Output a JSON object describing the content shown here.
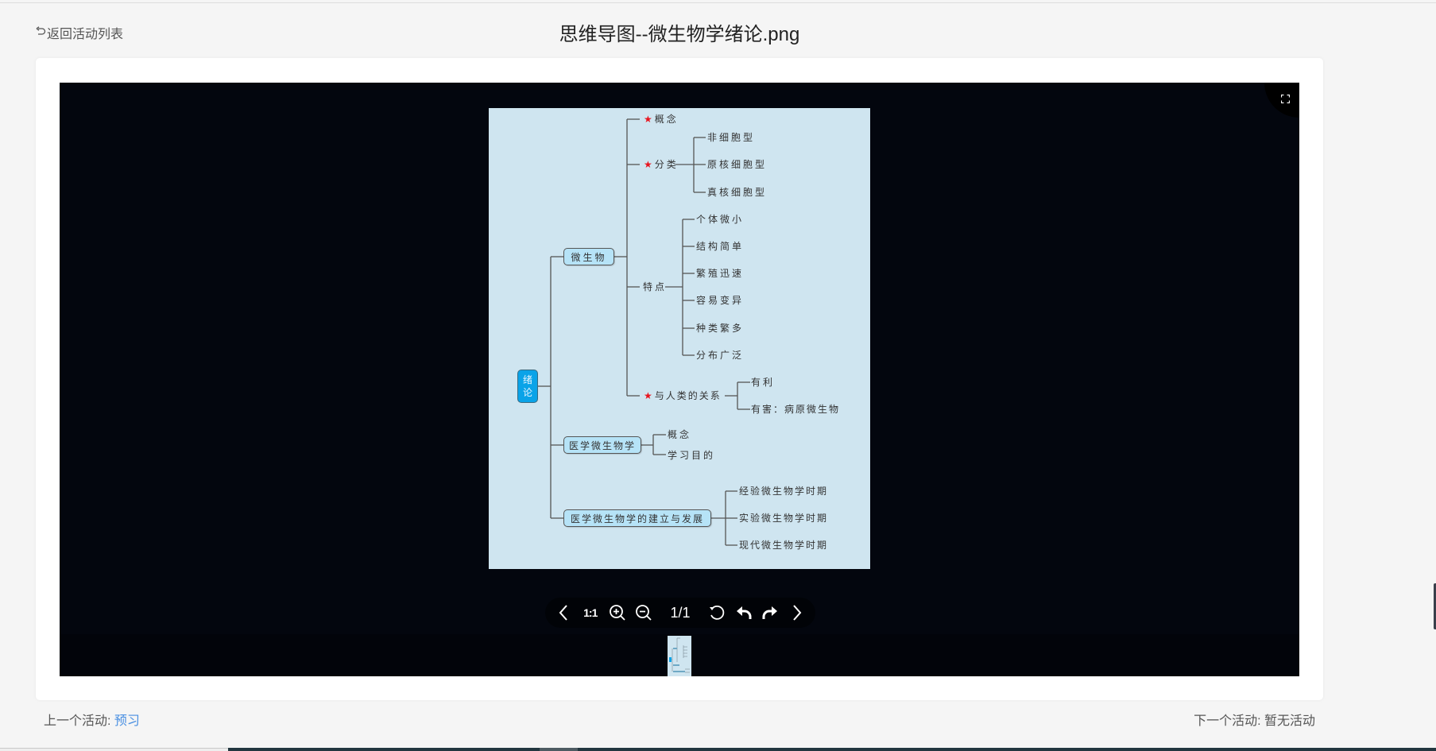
{
  "header": {
    "back_icon": "undo-arrow-icon",
    "back_label": "返回活动列表",
    "title": "思维导图--微生物学绪论.png"
  },
  "viewer": {
    "fullscreen_icon": "fullscreen-icon",
    "toolbar": {
      "prev_icon": "chevron-left-icon",
      "ratio_label": "1:1",
      "zoom_in_icon": "zoom-in-icon",
      "zoom_out_icon": "zoom-out-icon",
      "page_indicator": "1/1",
      "reset_icon": "rotate-reset-icon",
      "rotate_left_icon": "rotate-left-icon",
      "rotate_right_icon": "rotate-right-icon",
      "next_icon": "chevron-right-icon"
    },
    "thumbnail_count": 1
  },
  "mindmap": {
    "root": [
      "绪",
      "论"
    ],
    "branches": {
      "microbe": {
        "label": "微生物",
        "concept": "概念",
        "classification": {
          "label": "分类",
          "items": [
            "非细胞型",
            "原核细胞型",
            "真核细胞型"
          ]
        },
        "features": {
          "label": "特点",
          "items": [
            "个体微小",
            "结构简单",
            "繁殖迅速",
            "容易变异",
            "种类繁多",
            "分布广泛"
          ]
        },
        "relation": {
          "label": "与人类的关系",
          "items": [
            "有利",
            "有害：病原微生物"
          ]
        }
      },
      "medical": {
        "label": "医学微生物学",
        "items": [
          "概念",
          "学习目的"
        ]
      },
      "history": {
        "label": "医学微生物学的建立与发展",
        "items": [
          "经验微生物学时期",
          "实验微生物学时期",
          "现代微生物学时期"
        ]
      }
    },
    "star_marker": "★"
  },
  "footer": {
    "prev_label": "上一个活动: ",
    "prev_link": "预习",
    "next_label": "下一个活动: 暂无活动"
  },
  "colors": {
    "viewer_bg": "#03060e",
    "mindmap_bg": "#cfe5f0",
    "root_node": "#0aa3e8",
    "branch_node": "#b6e3f7",
    "star": "#e8141e",
    "link": "#4a90e2"
  }
}
